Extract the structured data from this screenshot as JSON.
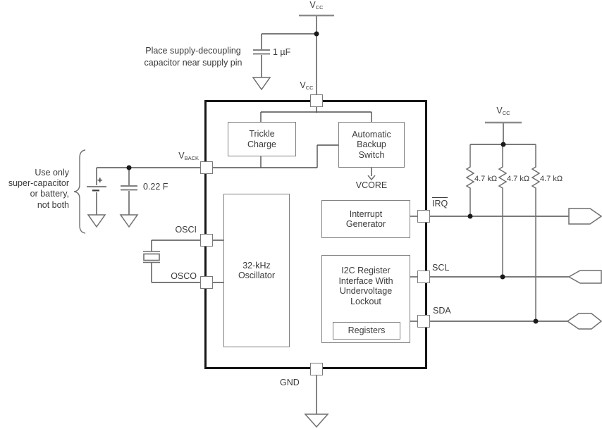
{
  "power": {
    "vcc_base": "V",
    "vcc_sub": "CC"
  },
  "pins": {
    "vback": {
      "base": "V",
      "sub": "BACK"
    },
    "osci": "OSCI",
    "osco": "OSCO",
    "gnd": "GND",
    "irq": "IRQ",
    "scl": "SCL",
    "sda": "SDA"
  },
  "blocks": {
    "trickle_charge": "Trickle Charge",
    "auto_backup_switch": "Automatic Backup Switch",
    "vcore": "VCORE",
    "interrupt_generator": "Interrupt Generator",
    "oscillator": "32-kHz Oscillator",
    "i2c_interface": "I2C Register Interface With Undervoltage Lockout",
    "registers": "Registers"
  },
  "components": {
    "decoupling_cap": "1 µF",
    "backup_cap": "0.22 F",
    "battery_plus": "+",
    "battery_minus": "−",
    "pullups": [
      "4.7 kΩ",
      "4.7 kΩ",
      "4.7 kΩ"
    ]
  },
  "notes": {
    "decoupling": [
      "Place supply-decoupling",
      "capacitor near supply pin"
    ],
    "backup": [
      "Use only",
      "super-capacitor",
      "or battery,",
      "not both"
    ]
  },
  "colors": {
    "wire": "#4e4e4e",
    "symbol": "#6f6f6f",
    "rail": "#8c8c8c",
    "ic_border": "#161616",
    "block_border": "#7f7f7f",
    "text": "#3a3a3a"
  }
}
